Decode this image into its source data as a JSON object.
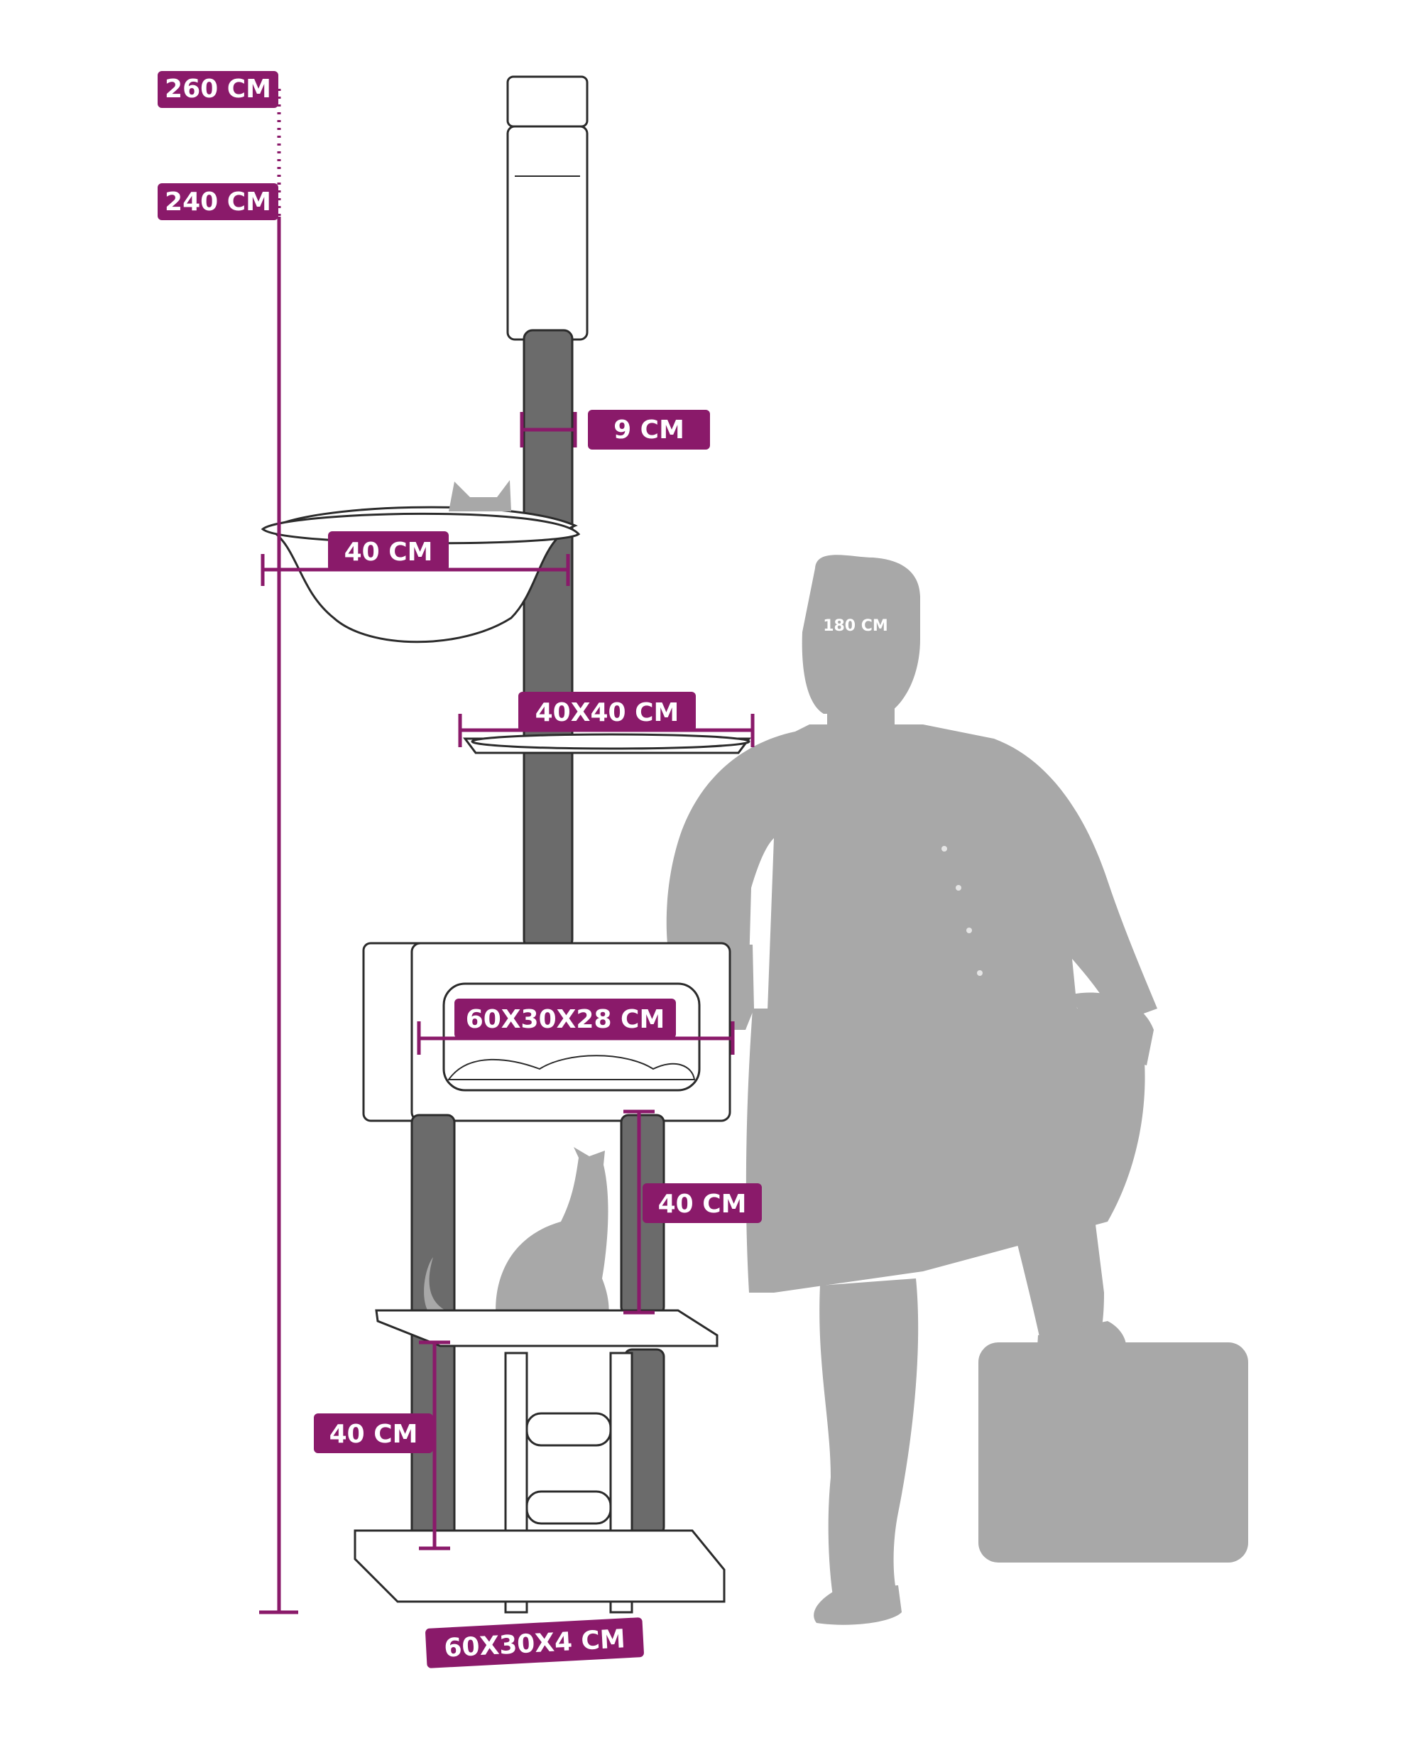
{
  "colors": {
    "accent": "#8a1a6a",
    "pole": "#6b6b6b",
    "outline": "#2b2b2b",
    "silhouette": "#a8a8a8",
    "background": "#ffffff"
  },
  "labels": {
    "height_max": "260 CM",
    "height_min": "240 CM",
    "pole_diameter": "9 CM",
    "hammock_width": "40 CM",
    "platform_size": "40X40 CM",
    "house_size": "60X30X28 CM",
    "middle_post_height": "40 CM",
    "lower_post_height": "40 CM",
    "base_size": "60X30X4 CM",
    "person_height": "180 CM"
  }
}
